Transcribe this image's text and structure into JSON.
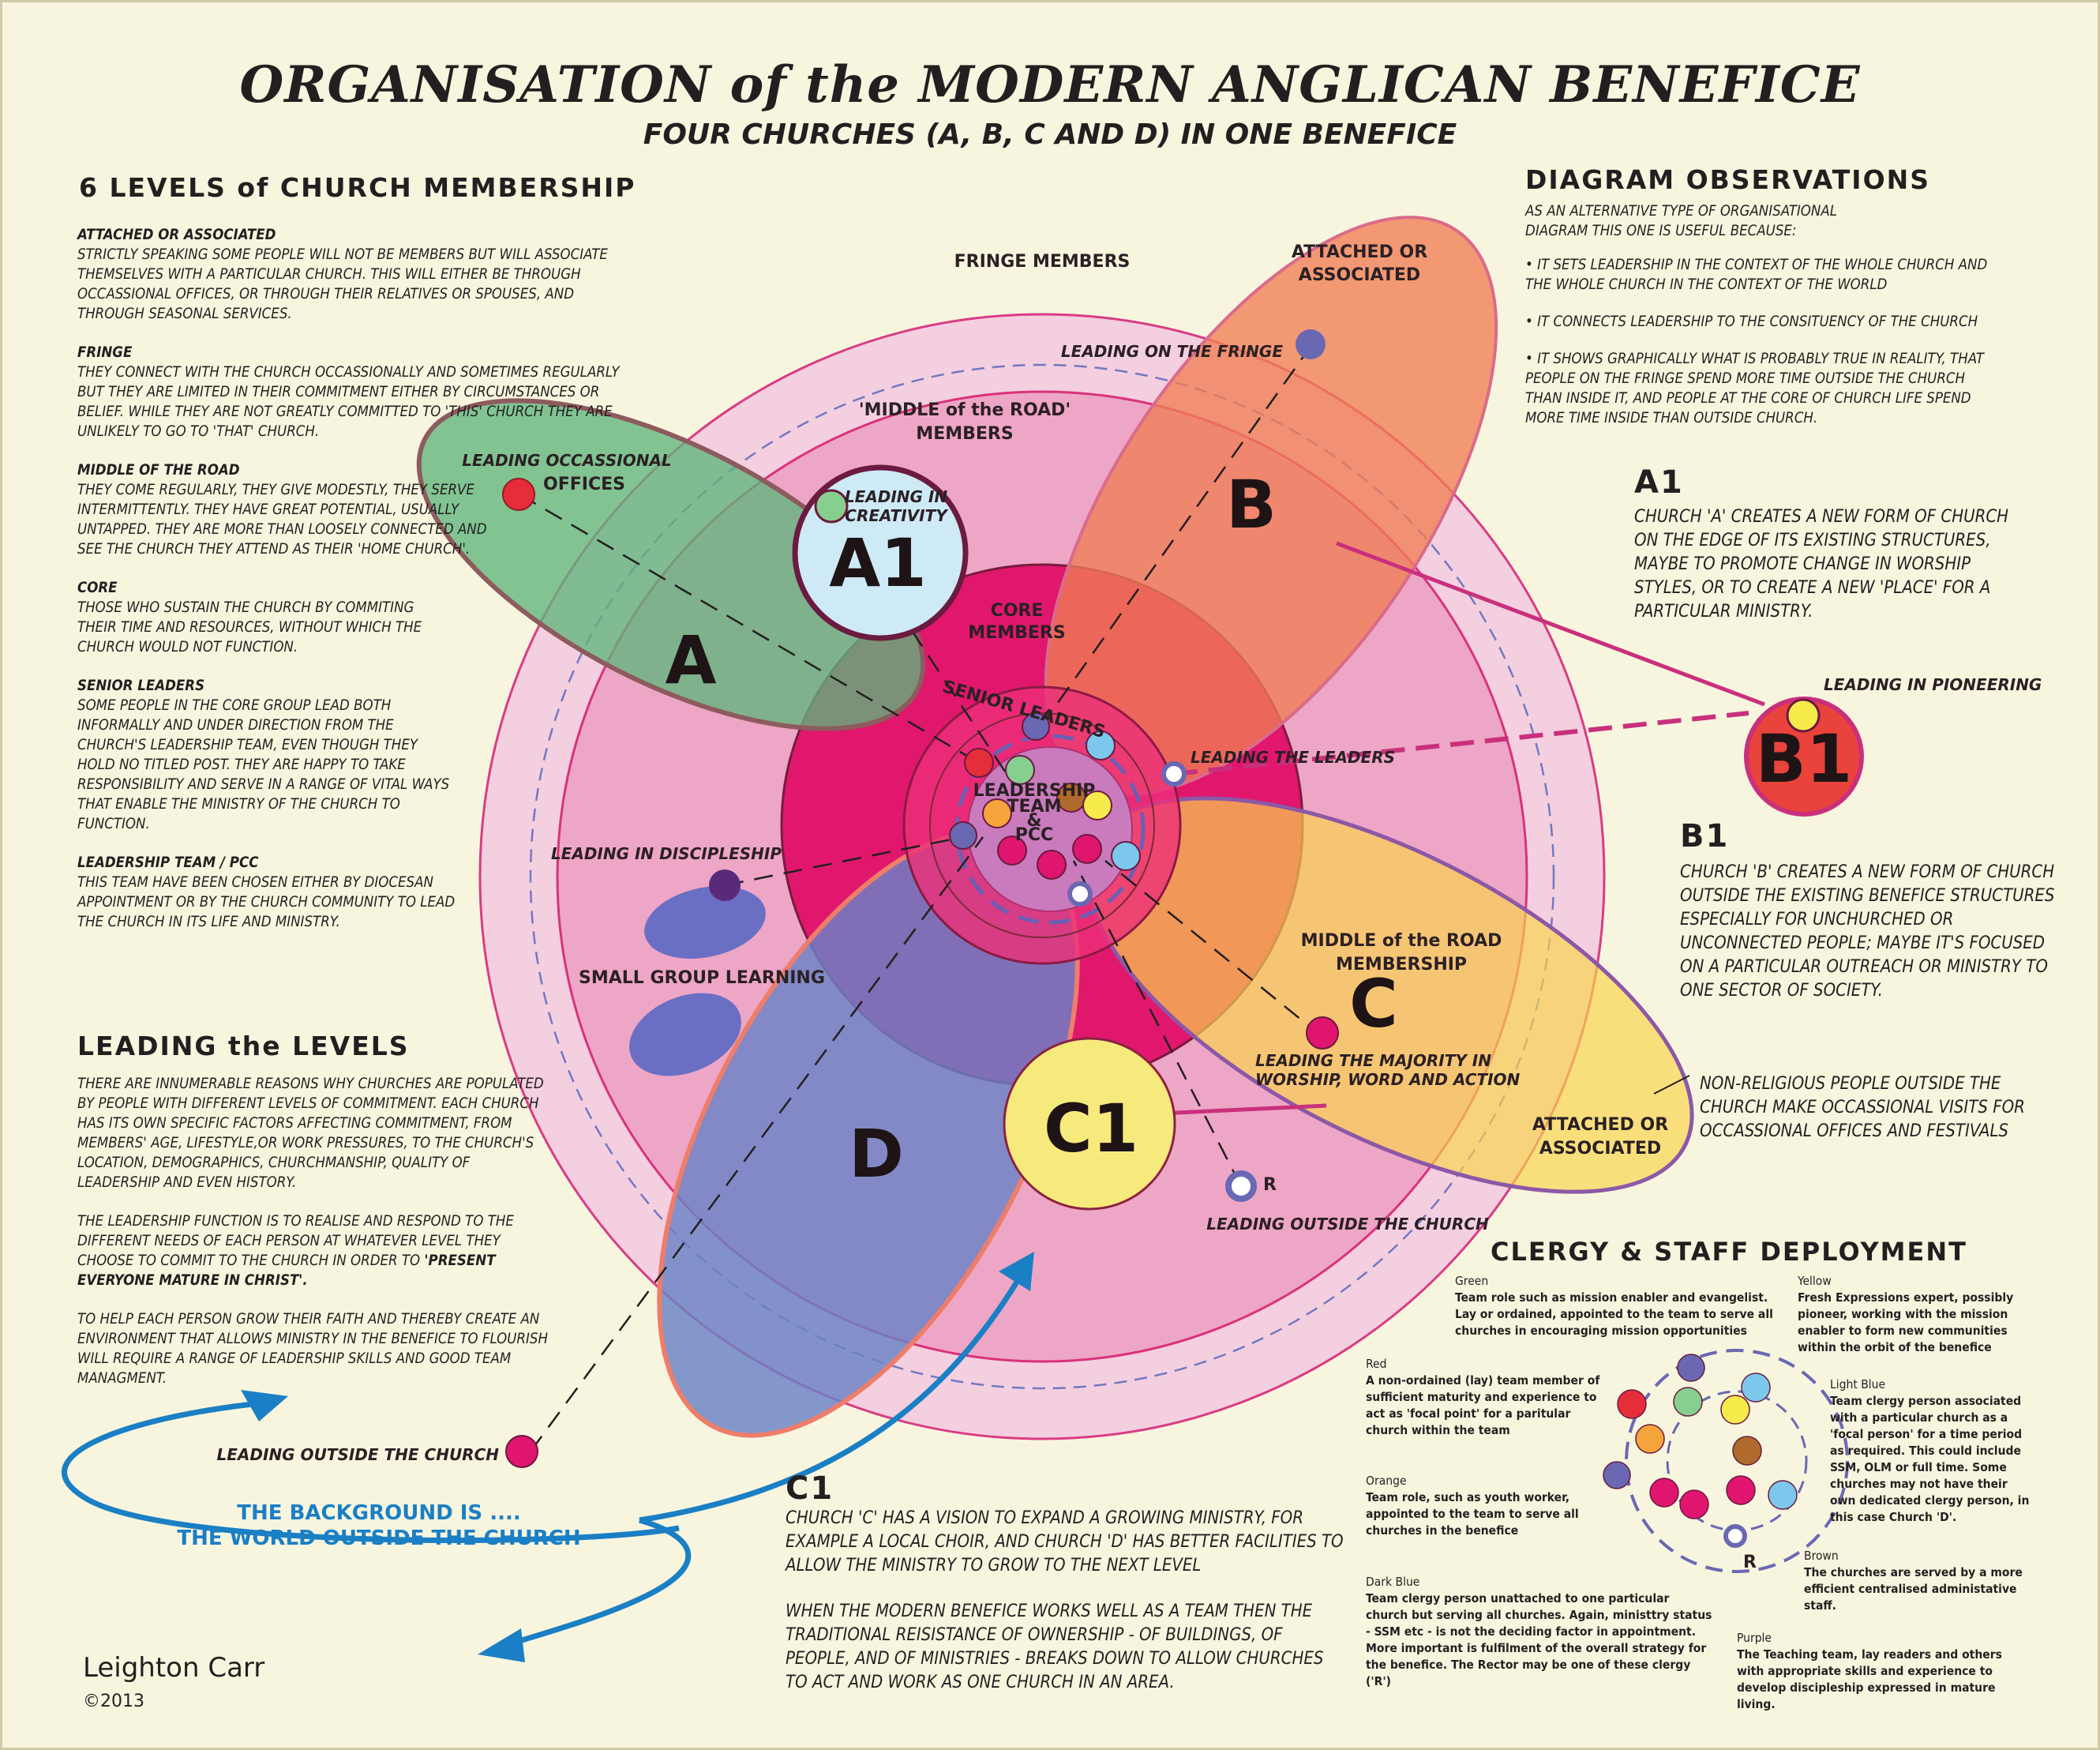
{
  "title": "ORGANISATION of the MODERN ANGLICAN BENEFICE",
  "subtitle": "FOUR CHURCHES (A, B, C AND D) IN ONE BENEFICE",
  "levels": {
    "heading": "6 LEVELS of CHURCH MEMBERSHIP",
    "items": [
      {
        "head": "ATTACHED or ASSOCIATED",
        "body": "STRICTLY SPEAKING SOME PEOPLE WILL NOT BE MEMBERS BUT WILL ASSOCIATE THEMSELVES WITH A PARTICULAR CHURCH. THIS WILL EITHER BE THROUGH OCCASSIONAL OFFICES, OR THROUGH THEIR RELATIVES OR SPOUSES, AND THROUGH SEASONAL SERVICES."
      },
      {
        "head": "FRINGE",
        "body": "THEY CONNECT WITH THE CHURCH OCCASSIONALLY AND SOMETIMES REGULARLY BUT THEY ARE LIMITED IN THEIR COMMITMENT EITHER BY CIRCUMSTANCES OR BELIEF. WHILE THEY ARE NOT GREATLY COMMITTED TO 'THIS' CHURCH THEY ARE UNLIKELY TO GO TO 'THAT' CHURCH."
      },
      {
        "head": "MIDDLE OF THE ROAD",
        "body": "THEY COME REGULARLY, THEY GIVE MODESTLY, THEY SERVE INTERMITTENTLY. THEY HAVE GREAT POTENTIAL, USUALLY UNTAPPED. THEY ARE MORE THAN LOOSELY CONNECTED AND SEE THE CHURCH THEY ATTEND AS THEIR 'HOME CHURCH'."
      },
      {
        "head": "CORE",
        "body": "THOSE WHO SUSTAIN THE CHURCH BY COMMITING THEIR TIME AND RESOURCES, WITHOUT WHICH THE CHURCH WOULD NOT FUNCTION."
      },
      {
        "head": "SENIOR LEADERS",
        "body": "SOME PEOPLE IN THE CORE GROUP LEAD BOTH INFORMALLY AND UNDER DIRECTION FROM THE CHURCH'S LEADERSHIP TEAM, EVEN THOUGH THEY HOLD NO TITLED POST. THEY ARE HAPPY TO TAKE RESPONSIBILITY AND SERVE IN A RANGE OF VITAL WAYS THAT ENABLE THE MINISTRY OF THE CHURCH TO FUNCTION."
      },
      {
        "head": "LEADERSHIP TEAM / PCC",
        "body": "THIS TEAM HAVE BEEN CHOSEN EITHER BY DIOCESAN APPOINTMENT OR BY THE CHURCH COMMUNITY TO LEAD THE CHURCH IN ITS LIFE AND MINISTRY."
      }
    ]
  },
  "leading": {
    "heading": "LEADING the LEVELS",
    "p1": "THERE ARE INNUMERABLE REASONS WHY CHURCHES ARE POPULATED BY PEOPLE WITH DIFFERENT LEVELS OF COMMITMENT.  EACH CHURCH HAS ITS OWN SPECIFIC FACTORS AFFECTING COMMITMENT,  FROM MEMBERS' AGE, LIFESTYLE,OR WORK PRESSURES, TO THE CHURCH'S LOCATION, DEMOGRAPHICS, CHURCHMANSHIP, QUALITY OF LEADERSHIP AND EVEN HISTORY.",
    "p2": "THE LEADERSHIP FUNCTION IS TO REALISE AND RESPOND TO THE DIFFERENT NEEDS OF EACH PERSON AT WHATEVER LEVEL THEY CHOOSE TO COMMIT TO THE CHURCH IN ORDER TO",
    "p2_bold": "'PRESENT EVERYONE MATURE IN CHRIST'.",
    "p3": "TO HELP EACH PERSON GROW THEIR FAITH AND THEREBY CREATE AN ENVIRONMENT THAT ALLOWS MINISTRY IN THE BENEFICE TO FLOURISH WILL REQUIRE A RANGE OF LEADERSHIP SKILLS AND GOOD TEAM MANAGMENT."
  },
  "observations": {
    "heading": "DIAGRAM OBSERVATIONS",
    "intro": "AS AN ALTERNATIVE TYPE OF ORGANISATIONAL DIAGRAM THIS ONE IS USEFUL BECAUSE:",
    "bullets": [
      "• IT SETS LEADERSHIP IN THE CONTEXT OF THE WHOLE CHURCH AND THE WHOLE CHURCH IN THE CONTEXT OF THE WORLD",
      "• IT CONNECTS LEADERSHIP TO THE CONSITUENCY OF THE CHURCH",
      "• IT SHOWS GRAPHICALLY WHAT IS PROBABLY TRUE IN REALITY, THAT PEOPLE ON THE FRINGE SPEND MORE TIME OUTSIDE THE CHURCH THAN INSIDE IT, AND PEOPLE AT THE CORE OF CHURCH LIFE SPEND MORE TIME INSIDE THAN OUTSIDE CHURCH."
    ]
  },
  "a1_note": {
    "heading": "A1",
    "body": "CHURCH 'A' CREATES A NEW FORM OF CHURCH ON THE EDGE OF ITS EXISTING STRUCTURES, MAYBE TO PROMOTE CHANGE IN WORSHIP STYLES, OR TO CREATE A NEW 'PLACE' FOR A PARTICULAR MINISTRY."
  },
  "b1_note": {
    "heading": "B1",
    "body": "CHURCH 'B' CREATES A NEW FORM OF CHURCH OUTSIDE THE EXISTING BENEFICE STRUCTURES ESPECIALLY FOR UNCHURCHED OR UNCONNECTED PEOPLE;  MAYBE IT'S FOCUSED ON A PARTICULAR OUTREACH OR MINISTRY TO ONE SECTOR OF SOCIETY."
  },
  "nonrel_note": "NON-RELIGIOUS PEOPLE OUTSIDE THE CHURCH MAKE OCCASSIONAL VISITS FOR OCCASSIONAL OFFICES AND FESTIVALS",
  "c1_note": {
    "heading": "C1",
    "p1": "CHURCH 'C' HAS A VISION TO EXPAND A GROWING MINISTRY, FOR EXAMPLE A LOCAL CHOIR, AND CHURCH 'D' HAS BETTER FACILITIES TO ALLOW THE MINISTRY TO GROW TO THE NEXT LEVEL",
    "p2": "WHEN THE MODERN BENEFICE WORKS WELL AS A TEAM THEN THE TRADITIONAL REISISTANCE OF OWNERSHIP - OF BUILDINGS, OF PEOPLE, AND OF MINISTRIES - BREAKs DOWN TO ALLOW CHURCHES TO ACT AND WORK AS ONE CHURCH IN AN AREA."
  },
  "clergy": {
    "heading": "CLERGY & STAFF DEPLOYMENT",
    "green": {
      "name": "Green",
      "text": "Team role such as mission enabler and evangelist. Lay or ordained, appointed to the team to serve all churches in encouraging mission opportunities"
    },
    "yellow": {
      "name": "Yellow",
      "text": "Fresh Expressions expert, possibly pioneer, working with the mission enabler to form new communities within the orbit of the benefice"
    },
    "red": {
      "name": "Red",
      "text": "A non-ordained (lay) team member of sufficient maturity and experience to act as 'focal point' for a paritular church within the team"
    },
    "lightblue": {
      "name": "Light Blue",
      "text": "Team clergy person associated with a particular church as a 'focal person' for a time period as required. This could include SSM, OLM or full time. Some churches may not have their own dedicated clergy person, in this case Church 'D'."
    },
    "orange": {
      "name": "Orange",
      "text": "Team role, such as youth worker, appointed to the team to serve all churches in the benefice"
    },
    "brown": {
      "name": "Brown",
      "text": "The churches are served by a more efficient centralised administative staff."
    },
    "darkblue": {
      "name": "Dark Blue",
      "text": "Team clergy person unattached to one particular church but serving all churches. Again, ministtry status - SSM etc - is not the deciding factor in appointment. More important is fulfilment of the overall strategy for the benefice. The Rector may be one of these clergy ('R')"
    },
    "purple": {
      "name": "Purple",
      "text": "The Teaching team, lay readers and others with appropriate skills and experience to develop discipleship expressed in mature living."
    },
    "r_label": "R"
  },
  "world": {
    "line1": "THE BACKGROUND IS ....",
    "line2": "THE WORLD OUTSIDE THE CHURCH"
  },
  "author": "Leighton Carr",
  "copyright": "©2013",
  "diagram": {
    "fringe_members": "FRINGE MEMBERS",
    "attached_top": [
      "ATTACHED OR",
      "ASSOCIATED"
    ],
    "leading_fringe": "LEADING ON THE FRINGE",
    "middle_members": [
      "'MIDDLE of the ROAD'",
      "MEMBERS"
    ],
    "leading_occ": [
      "LEADING OCCASSIONAL",
      "OFFICES"
    ],
    "leading_creativity": [
      "LEADING IN",
      "CREATIVITY"
    ],
    "a1": "A1",
    "b": "B",
    "a": "A",
    "c": "C",
    "d": "D",
    "c1": "C1",
    "b1": "B1",
    "core_members": [
      "CORE",
      "MEMBERS"
    ],
    "senior_leaders": "SENIOR LEADERS",
    "leadership_team": [
      "LEADERSHIP",
      "TEAM",
      "&",
      "PCC"
    ],
    "leading_leaders": "LEADING THE LEADERS",
    "leading_pioneering": "LEADING IN PIONEERING",
    "leading_discipleship": "LEADING IN  DISCIPLESHIP",
    "small_group": "SMALL GROUP LEARNING",
    "middle_membership": [
      "MIDDLE of the ROAD",
      "MEMBERSHIP"
    ],
    "leading_majority": [
      "LEADING THE MAJORITY IN",
      "WORSHIP, WORD AND ACTION"
    ],
    "attached_right": [
      "ATTACHED OR",
      "ASSOCIATED"
    ],
    "leading_outside_1": "LEADING OUTSIDE THE CHURCH",
    "leading_outside_2": "LEADING OUTSIDE THE CHURCH",
    "r_label": "R"
  },
  "colors": {
    "background": "#f8f5df",
    "green": "#6cc485",
    "red": "#e52e3a",
    "orange": "#f5a33b",
    "yellow": "#f7ea4b",
    "lightblue": "#7cc8ec",
    "darkblue": "#6a68b3",
    "brown": "#b06a2c",
    "purple": "#6a2a7a",
    "magenta": "#d81b7a",
    "arrow_blue": "#1a7fc4"
  }
}
